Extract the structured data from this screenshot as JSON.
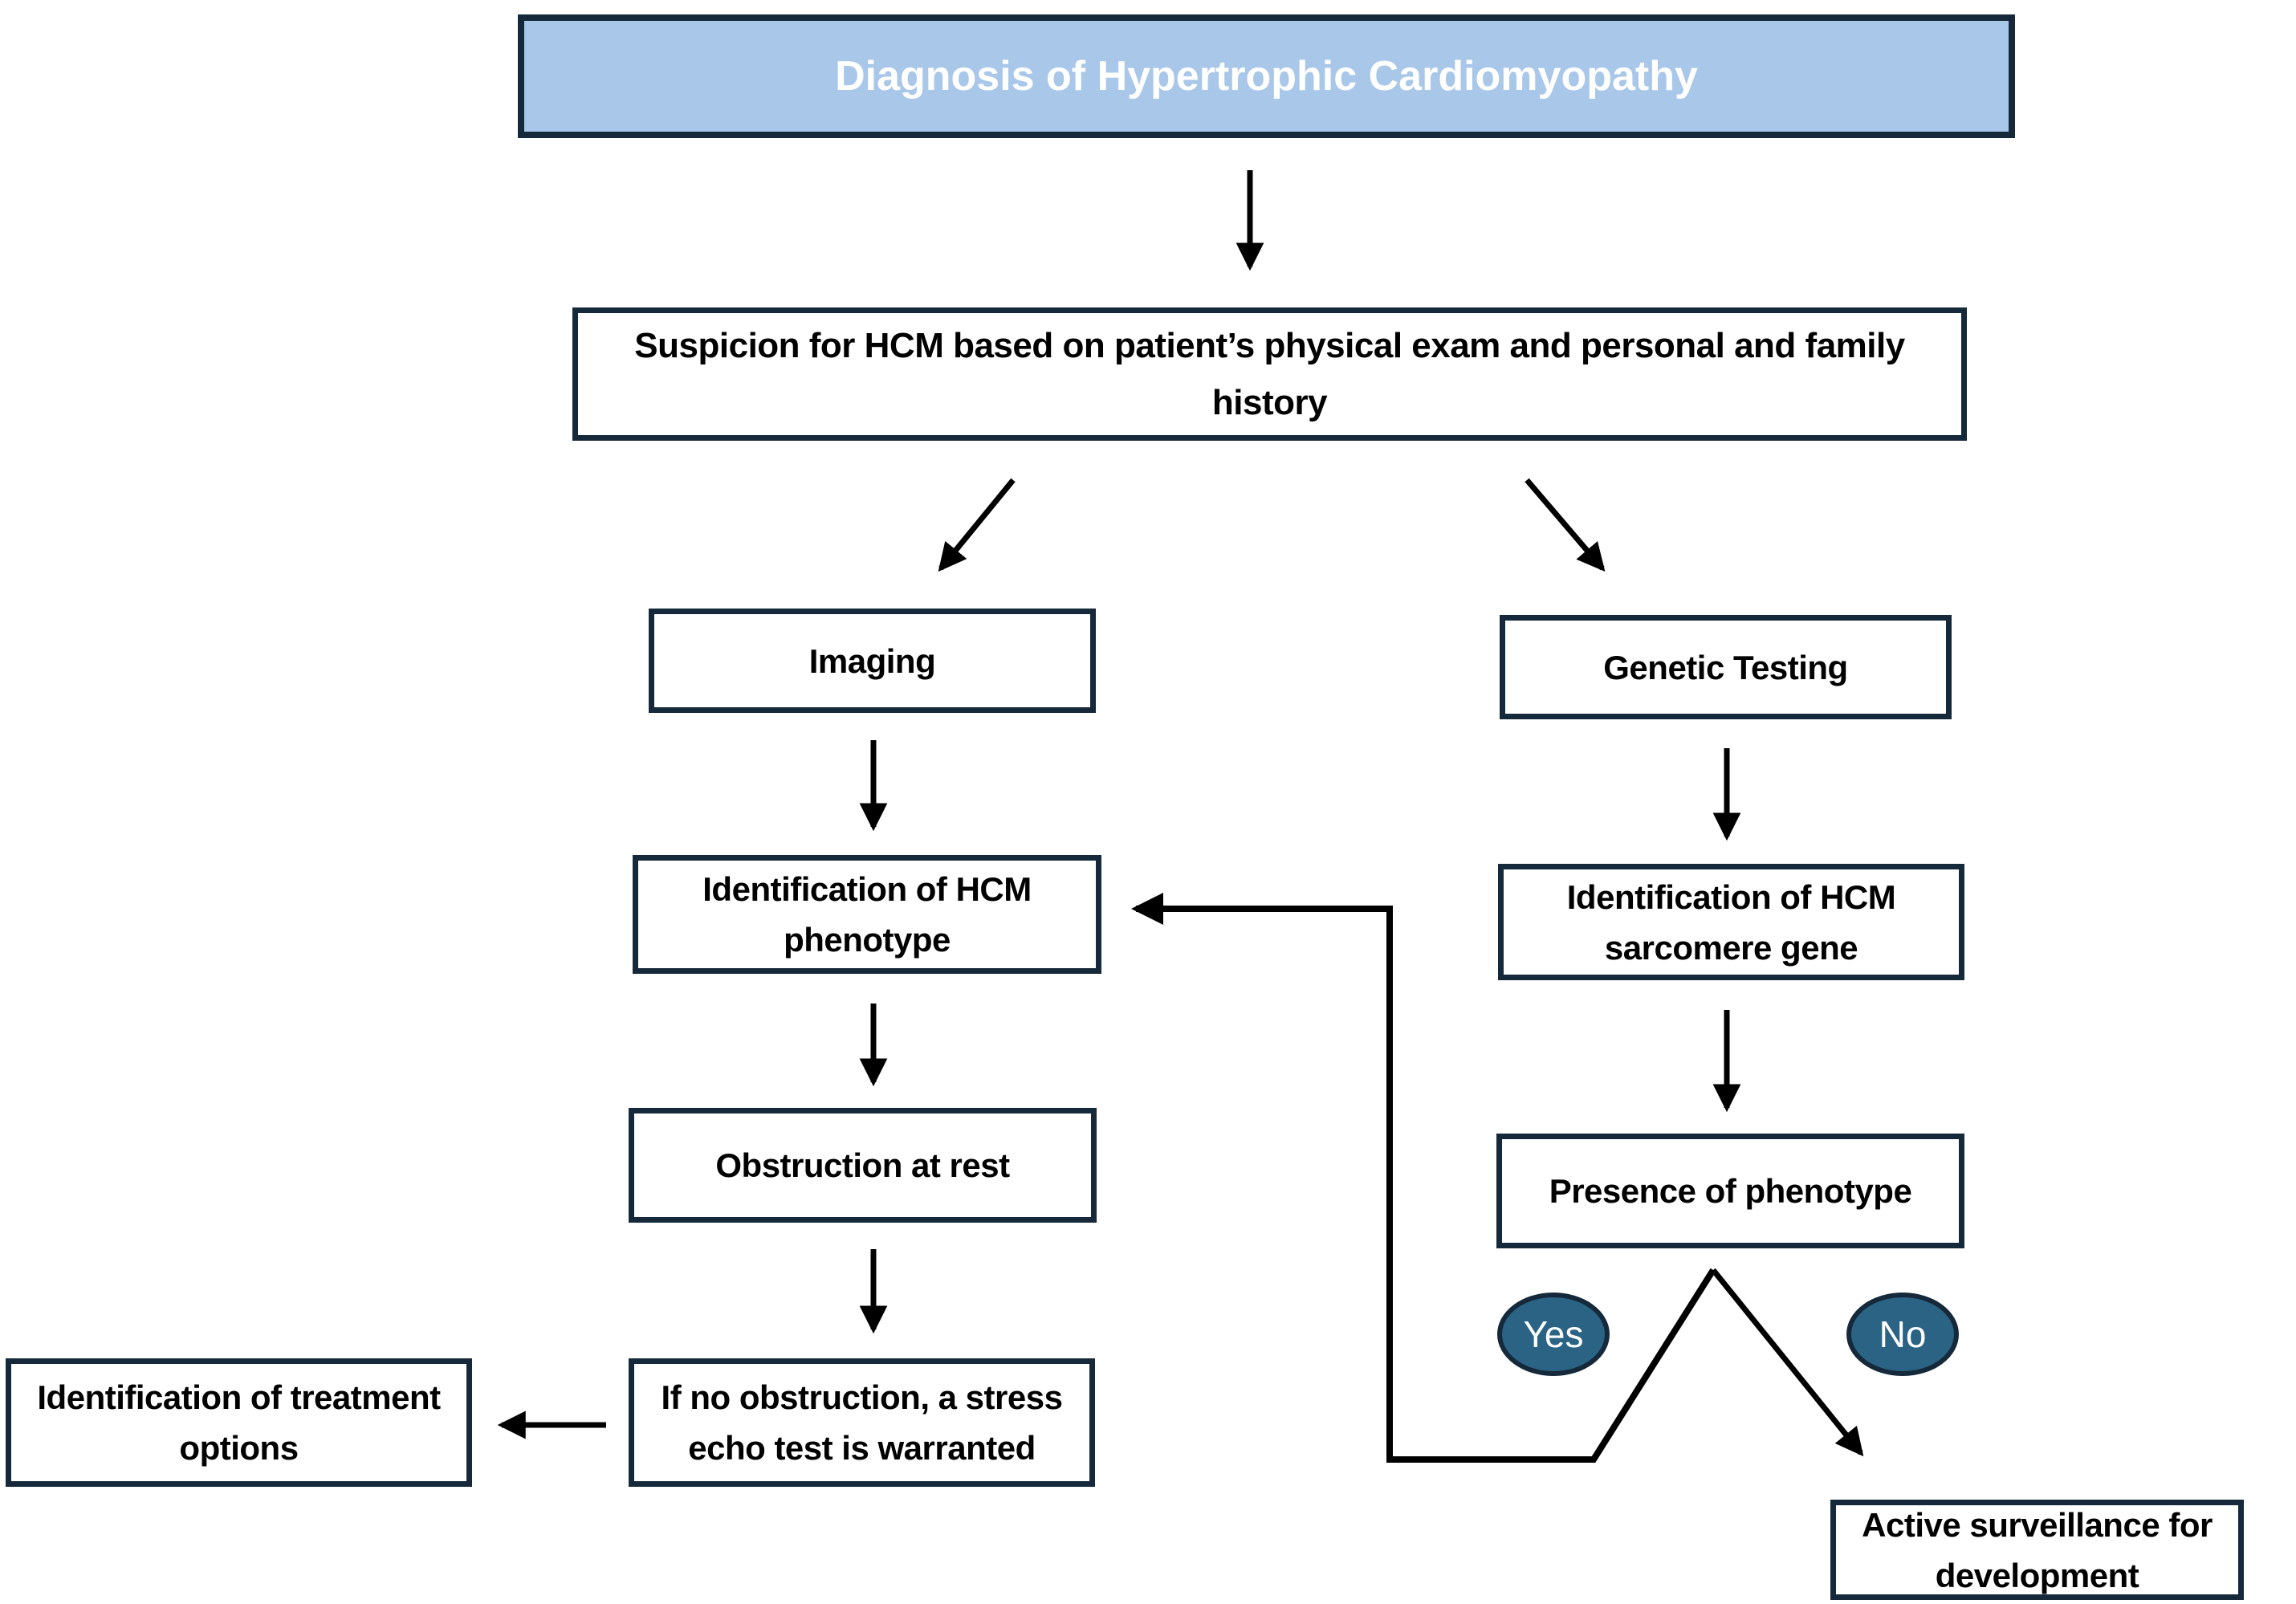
{
  "diagram": {
    "title": {
      "label": "Diagnosis of Hypertrophic Cardiomyopathy"
    },
    "nodes": {
      "suspicion": {
        "label": "Suspicion for HCM based on patient’s physical exam and personal and family\nhistory"
      },
      "imaging": {
        "label": "Imaging"
      },
      "genetic_testing": {
        "label": "Genetic Testing"
      },
      "hcm_phenotype": {
        "label": "Identification of HCM\nphenotype"
      },
      "sarcomere_gene": {
        "label": "Identification of HCM\nsarcomere gene"
      },
      "obstruction_at_rest": {
        "label": "Obstruction at rest"
      },
      "presence_of_phenotype": {
        "label": "Presence of phenotype"
      },
      "treatment_options": {
        "label": "Identification of treatment\noptions"
      },
      "stress_echo": {
        "label": "If no obstruction, a stress\necho test is warranted"
      },
      "active_surveillance": {
        "label": "Active surveillance for\ndevelopment"
      }
    },
    "decision_labels": {
      "yes": "Yes",
      "no": "No"
    },
    "colors": {
      "title_fill": "#a9c7e9",
      "title_text": "#ffffff",
      "box_border": "#15293a",
      "box_fill": "#ffffff",
      "box_text": "#000000",
      "decision_fill": "#2a6384",
      "decision_text": "#ffffff",
      "arrow": "#000000"
    }
  }
}
